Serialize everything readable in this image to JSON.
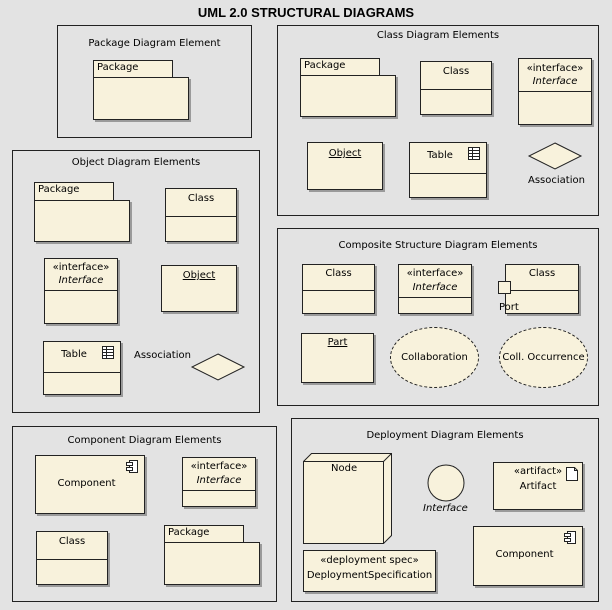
{
  "title": "UML 2.0 STRUCTURAL DIAGRAMS",
  "package_frame": {
    "title": "Package Diagram Element",
    "package": "Package"
  },
  "class_frame": {
    "title": "Class Diagram Elements",
    "package": "Package",
    "class": "Class",
    "interface_stereo": "«interface»",
    "interface": "Interface",
    "object": "Object",
    "table": "Table",
    "association": "Association"
  },
  "object_frame": {
    "title": "Object Diagram Elements",
    "package": "Package",
    "class": "Class",
    "interface_stereo": "«interface»",
    "interface": "Interface",
    "object": "Object",
    "table": "Table",
    "association": "Association"
  },
  "composite_frame": {
    "title": "Composite Structure Diagram Elements",
    "class": "Class",
    "interface_stereo": "«interface»",
    "interface": "Interface",
    "class2": "Class",
    "port": "Port",
    "part": "Part",
    "collaboration": "Collaboration",
    "occurrence": "Coll. Occurrence"
  },
  "component_frame": {
    "title": "Component Diagram Elements",
    "component": "Component",
    "interface_stereo": "«interface»",
    "interface": "Interface",
    "class": "Class",
    "package": "Package"
  },
  "deployment_frame": {
    "title": "Deployment Diagram Elements",
    "node": "Node",
    "interface": "Interface",
    "artifact_stereo": "«artifact»",
    "artifact": "Artifact",
    "spec_stereo": "«deployment spec»",
    "spec": "DeploymentSpecification",
    "component": "Component"
  }
}
